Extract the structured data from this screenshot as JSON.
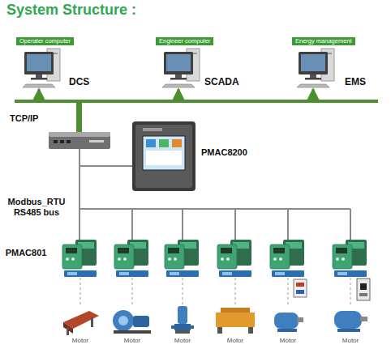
{
  "diagram": {
    "title": "System Structure :",
    "nodes": [
      {
        "text": [
          "Operater computer",
          "DCS"
        ]
      },
      {
        "text": [
          "Engineer computer",
          "SCADA"
        ]
      },
      {
        "text": [
          "Energy management",
          "EMS"
        ]
      },
      {
        "text": [
          "TCP/IP"
        ]
      },
      {
        "text": [
          "PMAC8200"
        ]
      }
    ],
    "edges": [
      {
        "from": 3,
        "to": 0,
        "arrow": "to"
      },
      {
        "from": 3,
        "to": 1,
        "arrow": "to"
      },
      {
        "from": 3,
        "to": 2,
        "arrow": "to"
      },
      {
        "from": 4,
        "to": 3,
        "arrow": "none"
      }
    ],
    "labels": [
      "Modbus_RTU RS485 bus",
      "PMAC801",
      "Motor",
      "Motor",
      "Motor",
      "Motor",
      "Motor",
      "Motor"
    ]
  }
}
